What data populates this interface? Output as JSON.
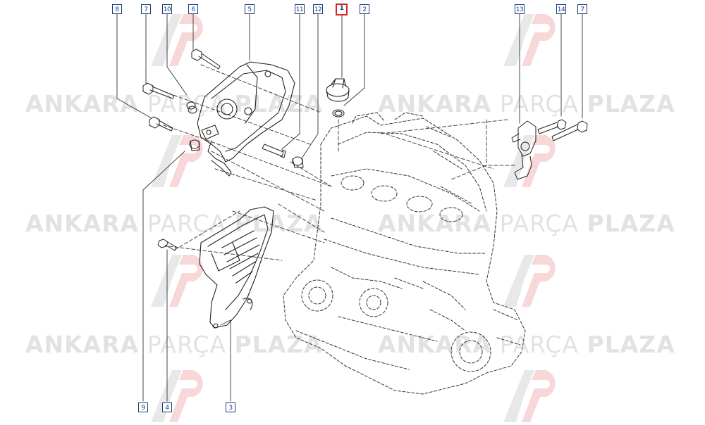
{
  "watermark": {
    "word1": "ANKARA",
    "word2": "PARÇA",
    "word3": "PLAZA",
    "logo_letters": "AP",
    "color": "#969696"
  },
  "callouts": [
    {
      "id": "8",
      "selected": false
    },
    {
      "id": "7",
      "selected": false
    },
    {
      "id": "10",
      "selected": false
    },
    {
      "id": "6",
      "selected": false
    },
    {
      "id": "5",
      "selected": false
    },
    {
      "id": "11",
      "selected": false
    },
    {
      "id": "12",
      "selected": false
    },
    {
      "id": "1",
      "selected": true
    },
    {
      "id": "2",
      "selected": false
    },
    {
      "id": "13",
      "selected": false
    },
    {
      "id": "14",
      "selected": false
    },
    {
      "id": "7",
      "selected": false
    },
    {
      "id": "9",
      "selected": false
    },
    {
      "id": "4",
      "selected": false
    },
    {
      "id": "3",
      "selected": false
    }
  ],
  "colors": {
    "callout_border": "#1a3d7c",
    "callout_selected": "#d8232a",
    "line": "#333333"
  }
}
